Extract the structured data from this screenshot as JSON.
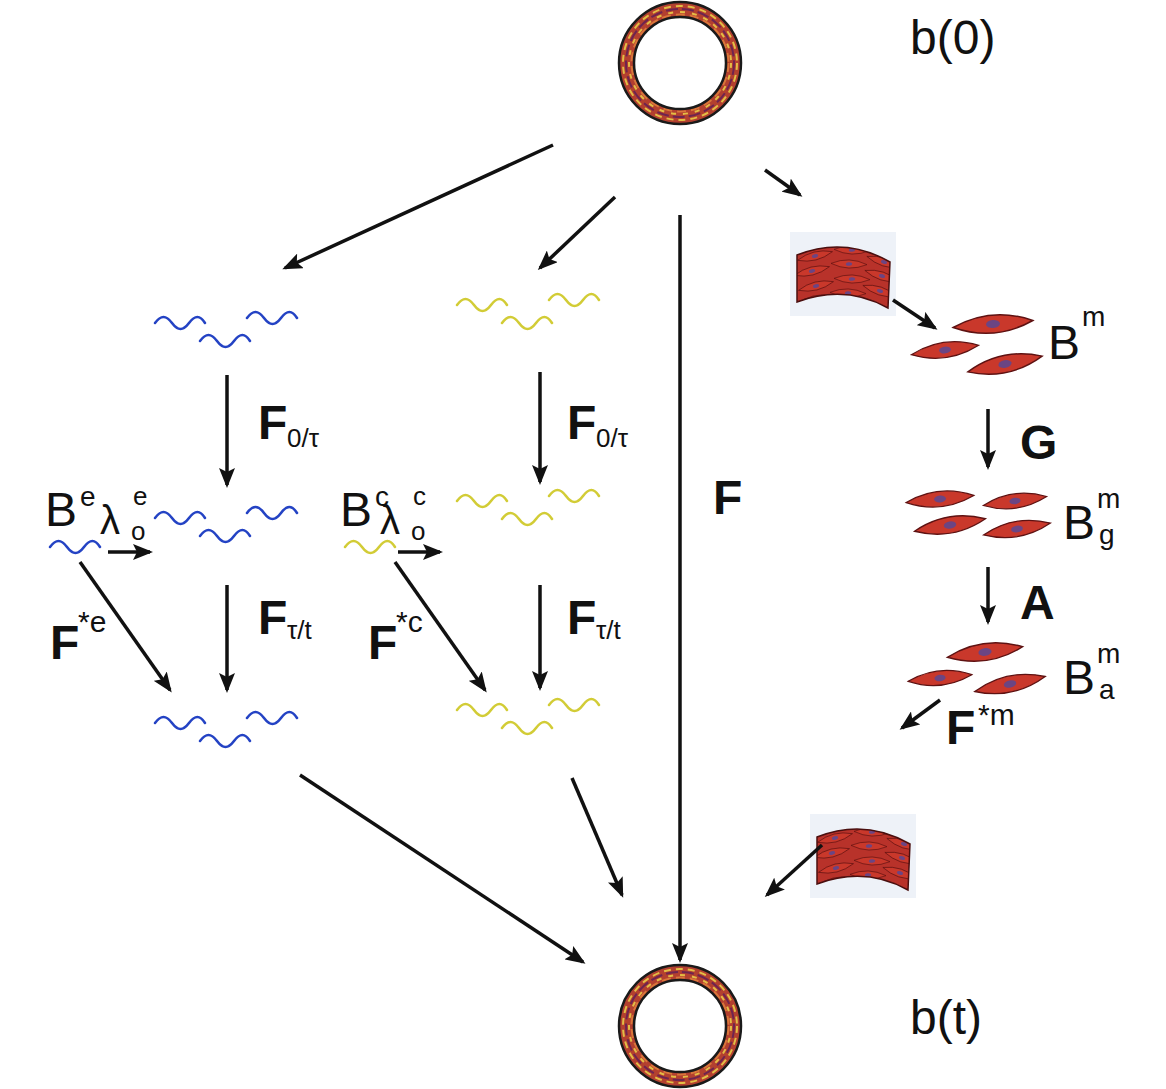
{
  "diagram": {
    "nodes": [
      {
        "text": [
          "b(0)"
        ]
      },
      {
        "text": [
          "B",
          "e"
        ]
      },
      {
        "text": [
          "B",
          "c"
        ]
      },
      {
        "text": [
          "B",
          "m"
        ]
      },
      {
        "text": [
          "B",
          "m",
          "g"
        ]
      },
      {
        "text": [
          "B",
          "m",
          "a"
        ]
      },
      {
        "text": [
          "b(t)"
        ]
      }
    ],
    "edges": [
      {
        "from": 0,
        "to": 6,
        "label": "F",
        "arrow": "to"
      },
      {
        "from": 3,
        "to": 4,
        "label": "G",
        "arrow": "to"
      },
      {
        "from": 4,
        "to": 5,
        "label": "A",
        "arrow": "to"
      }
    ],
    "labels": [
      "F",
      "0/τ",
      "λ",
      "o",
      "e",
      "F",
      "τ/t",
      "F",
      "*e",
      "F",
      "0/τ",
      "λ",
      "o",
      "c",
      "F",
      "τ/t",
      "F",
      "*c",
      "F",
      "*m"
    ]
  }
}
